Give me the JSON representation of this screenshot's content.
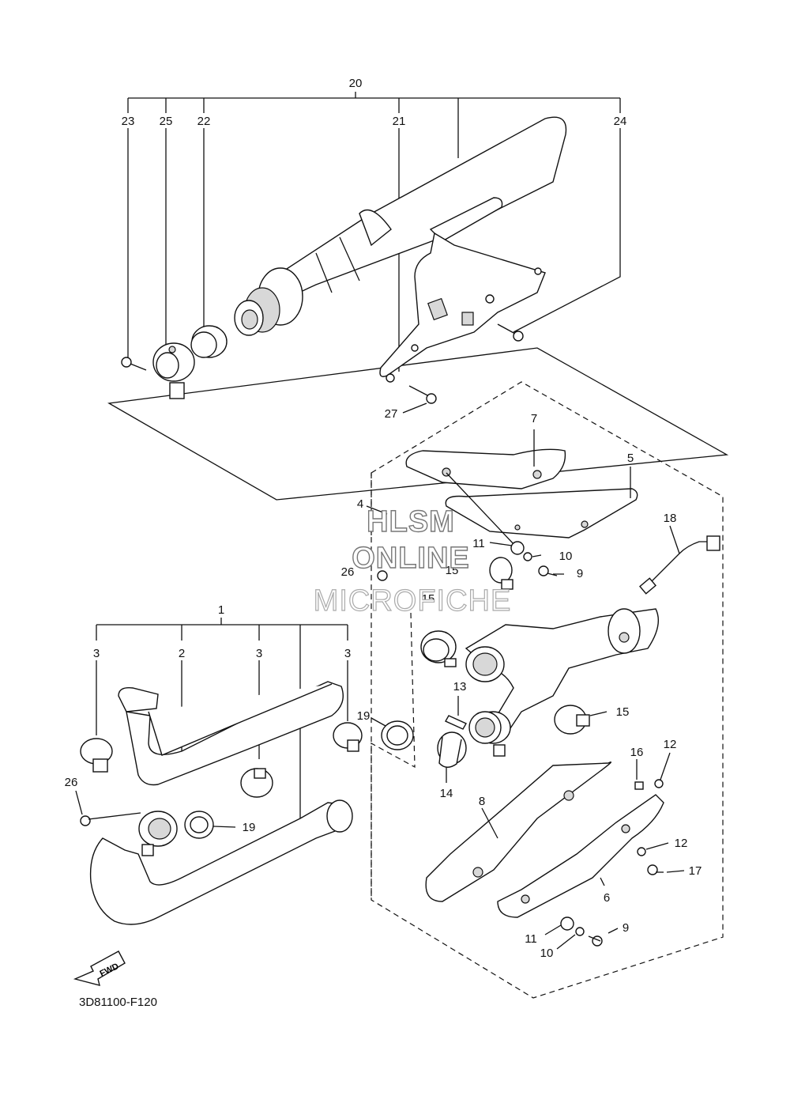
{
  "watermark": {
    "line1": "HLSM",
    "line2": "ONLINE",
    "line3": "MICROFICHE"
  },
  "fwd_label": "FWD",
  "diagram_code": "3D81100-F120",
  "callouts": {
    "c20": "20",
    "c23": "23",
    "c25": "25",
    "c22": "22",
    "c21": "21",
    "c24": "24",
    "c27": "27",
    "c7": "7",
    "c5": "5",
    "c4": "4",
    "c18": "18",
    "c11a": "11",
    "c10a": "10",
    "c9a": "9",
    "c26a": "26",
    "c15a": "15",
    "c15b": "15",
    "c1": "1",
    "c3a": "3",
    "c2": "2",
    "c3b": "3",
    "c3c": "3",
    "c13": "13",
    "c19a": "19",
    "c15c": "15",
    "c16": "16",
    "c12a": "12",
    "c26b": "26",
    "c19b": "19",
    "c14": "14",
    "c8": "8",
    "c12b": "12",
    "c17": "17",
    "c6": "6",
    "c11b": "11",
    "c9b": "9",
    "c10b": "10"
  }
}
